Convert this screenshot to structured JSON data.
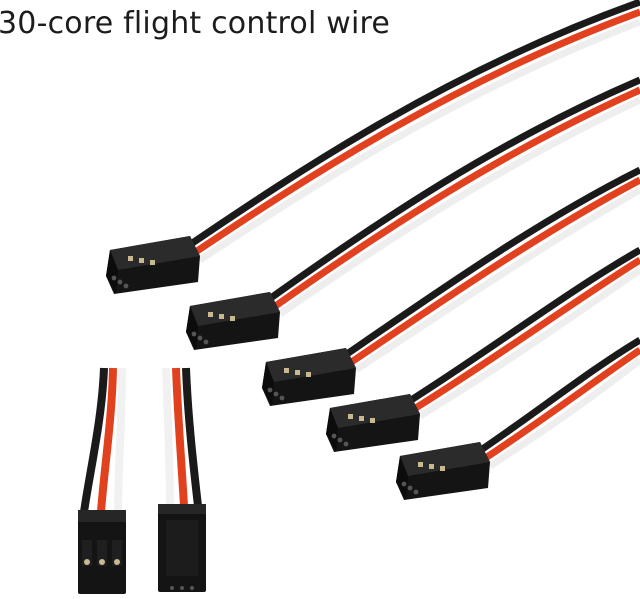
{
  "title": "30-core flight control wire",
  "colors": {
    "wire_black": "#1a1a1a",
    "wire_red": "#e2411f",
    "wire_white": "#f3f3f3",
    "connector": "#161616",
    "pin": "#c9b98f"
  },
  "image": {
    "subject": "servo extension cables with 3-pin female connectors",
    "cable_count": 5,
    "closeup_connectors": 2
  }
}
